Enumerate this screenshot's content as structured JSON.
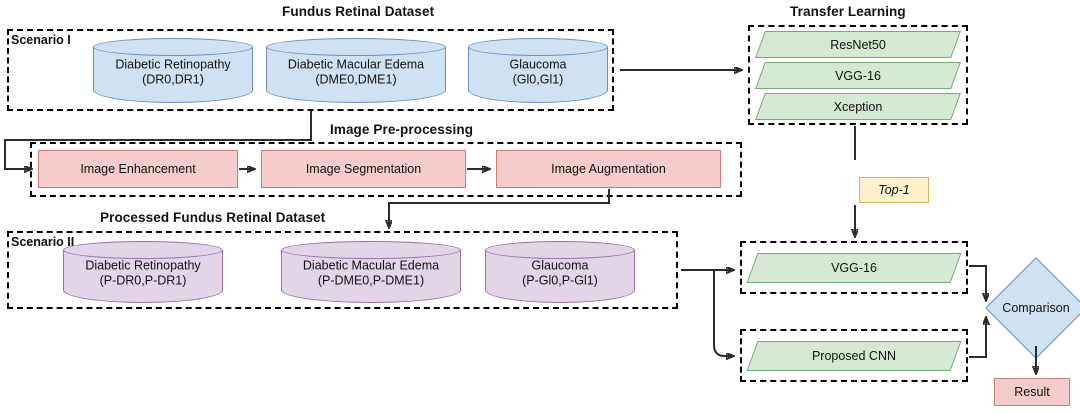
{
  "titles": {
    "fundus": "Fundus Retinal Dataset",
    "transfer": "Transfer Learning",
    "preprocessing": "Image Pre-processing",
    "processed": "Processed Fundus Retinal Dataset"
  },
  "scenario1": {
    "label": "Scenario I",
    "datasets": [
      {
        "name": "Diabetic Retinopathy",
        "classes": "(DR0,DR1)"
      },
      {
        "name": "Diabetic Macular Edema",
        "classes": "(DME0,DME1)"
      },
      {
        "name": "Glaucoma",
        "classes": "(Gl0,Gl1)"
      }
    ]
  },
  "scenario2": {
    "label": "Scenario II",
    "datasets": [
      {
        "name": "Diabetic Retinopathy",
        "classes": "(P-DR0,P-DR1)"
      },
      {
        "name": "Diabetic Macular Edema",
        "classes": "(P-DME0,P-DME1)"
      },
      {
        "name": "Glaucoma",
        "classes": "(P-Gl0,P-Gl1)"
      }
    ]
  },
  "preprocessing": {
    "steps": [
      {
        "label": "Image Enhancement"
      },
      {
        "label": "Image Segmentation"
      },
      {
        "label": "Image Augmentation"
      }
    ]
  },
  "transfer_learning": {
    "models": [
      {
        "label": "ResNet50"
      },
      {
        "label": "VGG-16"
      },
      {
        "label": "Xception"
      }
    ]
  },
  "selection_badge": {
    "label": "Top-1"
  },
  "evaluation": {
    "model_a": "VGG-16",
    "model_b": "Proposed CNN"
  },
  "comparison": {
    "label": "Comparison"
  },
  "result": {
    "label": "Result"
  },
  "colors": {
    "cylinder_blue_fill": "#cfe2f3",
    "cylinder_blue_stroke": "#6c8ebf",
    "cylinder_purple_fill": "#e1d5e7",
    "cylinder_purple_stroke": "#9673a6",
    "process_fill": "#f5cccc",
    "process_stroke": "#cc7a7a",
    "model_fill": "#d5e8d4",
    "model_stroke": "#76a97a",
    "badge_fill": "#fdf2cc",
    "badge_stroke": "#d6b656",
    "diamond_fill": "#cfe2f3",
    "diamond_stroke": "#6c8ebf",
    "wire": "#2b2b2b"
  }
}
